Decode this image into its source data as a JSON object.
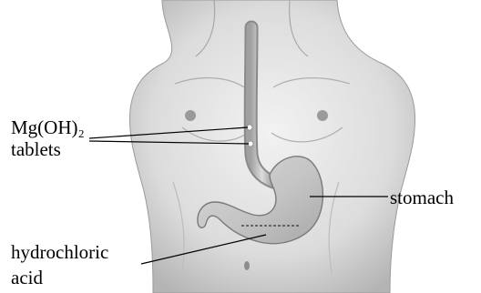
{
  "labels": {
    "tablets_formula": "Mg(OH)₂",
    "tablets_word": "tablets",
    "stomach": "stomach",
    "acid_line1": "hydrochloric",
    "acid_line2": "acid"
  }
}
